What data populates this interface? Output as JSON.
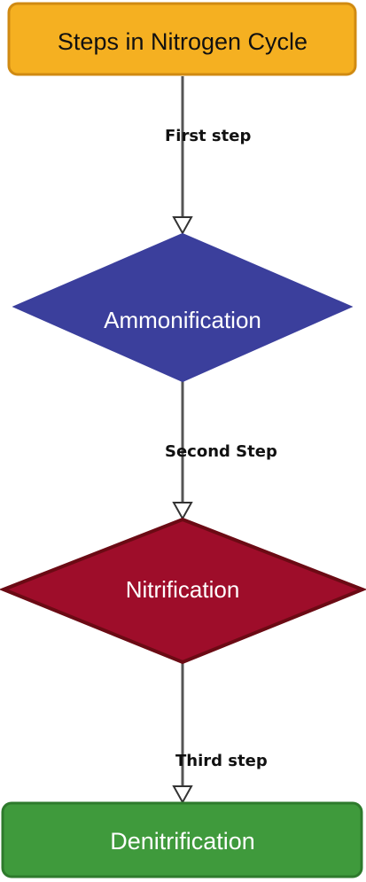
{
  "nodes": {
    "start": {
      "label": "Steps in Nitrogen Cycle",
      "fill": "#f5b021",
      "stroke": "#d08a12",
      "text_color": "#111111"
    },
    "ammonification": {
      "label": "Ammonification",
      "fill": "#3b3f9c",
      "stroke": "#3b3f9c",
      "text_color": "#ffffff"
    },
    "nitrification": {
      "label": "Nitrification",
      "fill": "#9e0d2a",
      "stroke": "#6b0a14",
      "text_color": "#ffffff"
    },
    "denitrification": {
      "label": "Denitrification",
      "fill": "#3f9a3c",
      "stroke": "#2e7a2c",
      "text_color": "#ffffff"
    }
  },
  "edges": {
    "first": {
      "label": "First step"
    },
    "second": {
      "label": "Second Step"
    },
    "third": {
      "label": "Third step"
    }
  },
  "colors": {
    "connector": "#555555",
    "arrowhead_fill": "#ffffff",
    "arrowhead_stroke": "#333333"
  }
}
